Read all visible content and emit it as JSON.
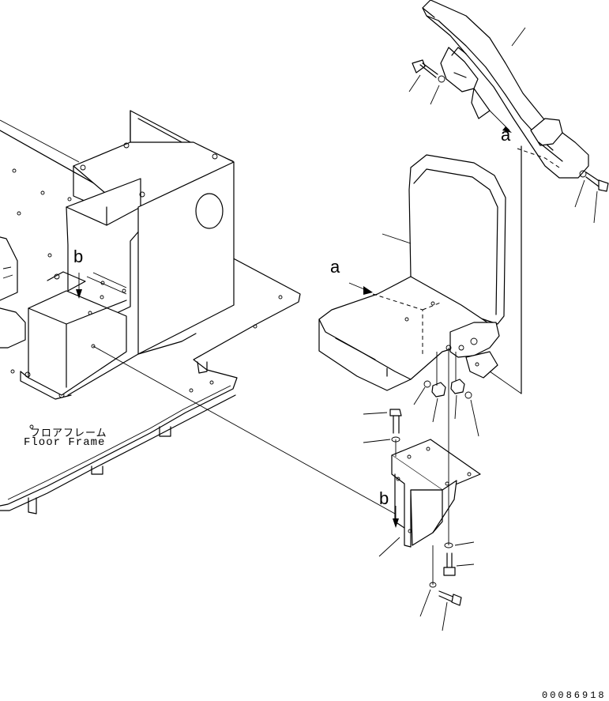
{
  "diagram": {
    "floor_frame_label_jp": "フロアフレーム",
    "floor_frame_label_en": "Floor Frame",
    "view_marker_a": "a",
    "view_marker_b": "b",
    "document_number": "00086918"
  }
}
